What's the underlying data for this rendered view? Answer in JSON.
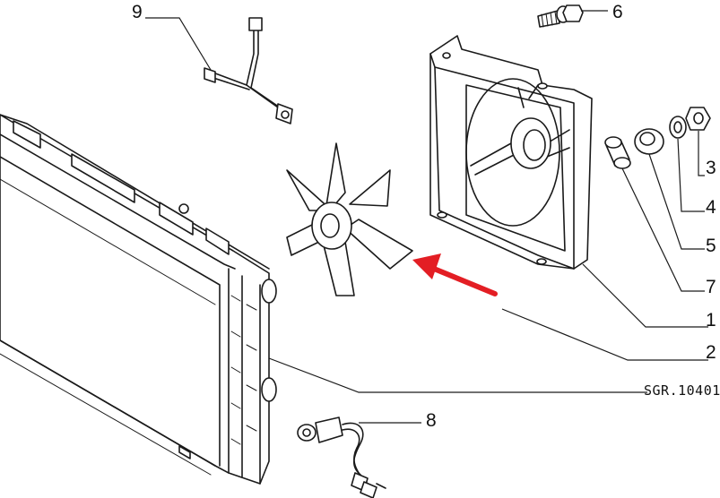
{
  "diagram": {
    "reference_code": "SGR.10401",
    "callouts": [
      {
        "id": "9",
        "label": "9"
      },
      {
        "id": "6",
        "label": "6"
      },
      {
        "id": "3",
        "label": "3"
      },
      {
        "id": "4",
        "label": "4"
      },
      {
        "id": "5",
        "label": "5"
      },
      {
        "id": "7",
        "label": "7"
      },
      {
        "id": "1",
        "label": "1"
      },
      {
        "id": "2",
        "label": "2"
      },
      {
        "id": "8",
        "label": "8"
      }
    ]
  },
  "colors": {
    "ink": "#1a1a1a",
    "highlight_arrow": "#e31e24",
    "background": "#ffffff"
  }
}
